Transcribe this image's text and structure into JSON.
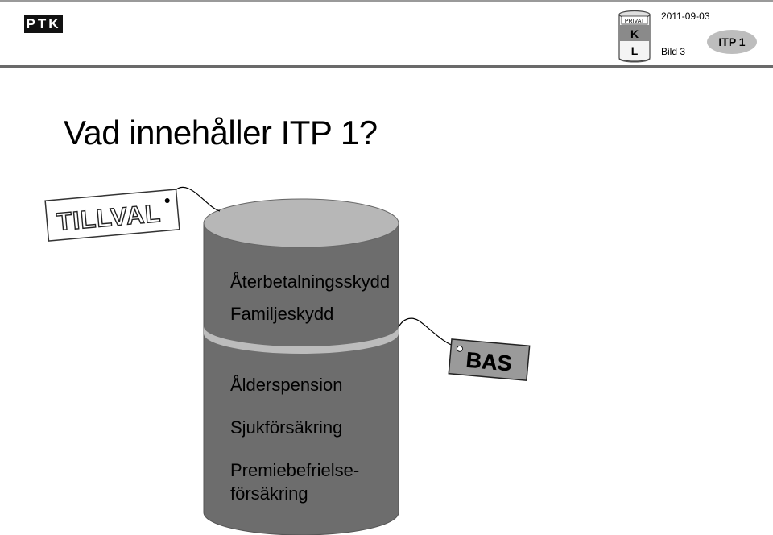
{
  "header": {
    "logo_text": "PTK",
    "date": "2011-09-03",
    "slide_label": "Bild 3",
    "badge": "ITP 1",
    "icon": {
      "name": "privat-k-l-can-icon",
      "top_text": "PRIVAT",
      "letter_1": "K",
      "letter_2": "L"
    }
  },
  "title": "Vad innehåller ITP 1?",
  "diagram": {
    "tags": {
      "tillval": "TILLVAL",
      "bas": "BAS"
    },
    "upper_section": {
      "items": [
        "Återbetalningsskydd",
        "Familjeskydd"
      ]
    },
    "lower_section": {
      "items": [
        "Ålderspension",
        "Sjukförsäkring",
        "Premiebefrielse-",
        "försäkring"
      ]
    },
    "colors": {
      "cylinder_body": "#6d6d6d",
      "cylinder_top": "#b7b7b7",
      "divider": "#bcbcbc"
    }
  }
}
